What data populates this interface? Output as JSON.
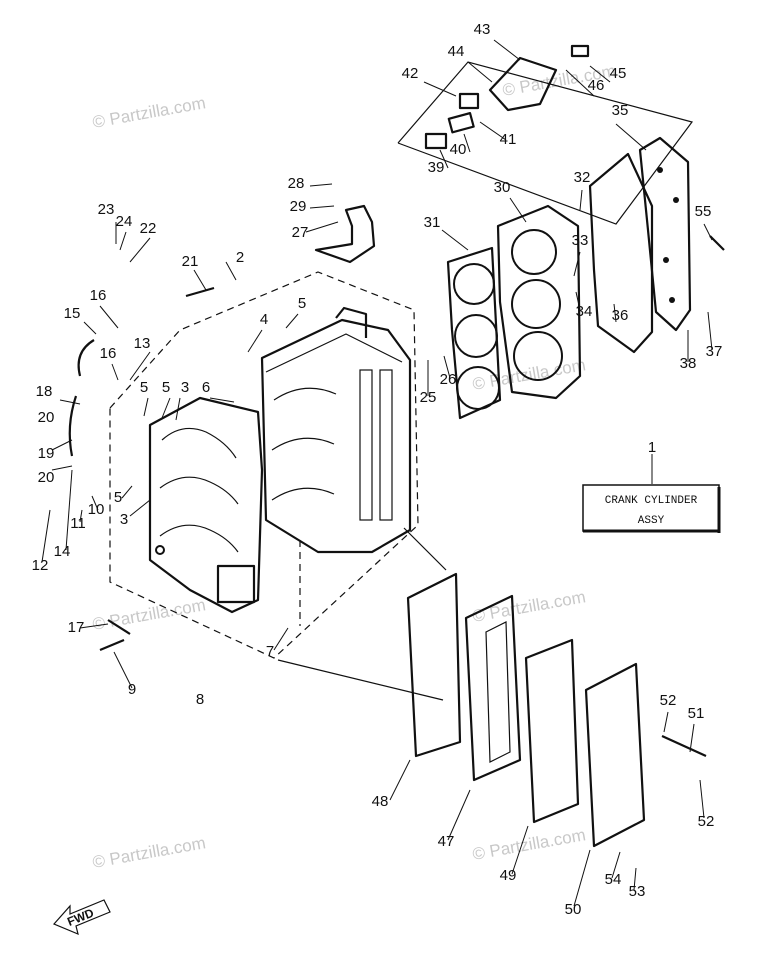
{
  "diagram": {
    "assembly_label": {
      "line1": "CRANK CYLINDER",
      "line2": "ASSY"
    },
    "assembly_ref": "1",
    "forward_arrow": "FWD",
    "watermark": "© Partzilla.com",
    "callouts": [
      "2",
      "3",
      "3",
      "4",
      "5",
      "5",
      "5",
      "5",
      "6",
      "7",
      "8",
      "9",
      "10",
      "11",
      "12",
      "13",
      "14",
      "15",
      "16",
      "16",
      "17",
      "18",
      "19",
      "20",
      "20",
      "21",
      "22",
      "23",
      "24",
      "25",
      "26",
      "27",
      "28",
      "29",
      "30",
      "31",
      "32",
      "33",
      "34",
      "35",
      "36",
      "37",
      "38",
      "39",
      "40",
      "41",
      "42",
      "43",
      "44",
      "45",
      "46",
      "47",
      "48",
      "49",
      "50",
      "51",
      "52",
      "52",
      "53",
      "54",
      "55"
    ]
  }
}
